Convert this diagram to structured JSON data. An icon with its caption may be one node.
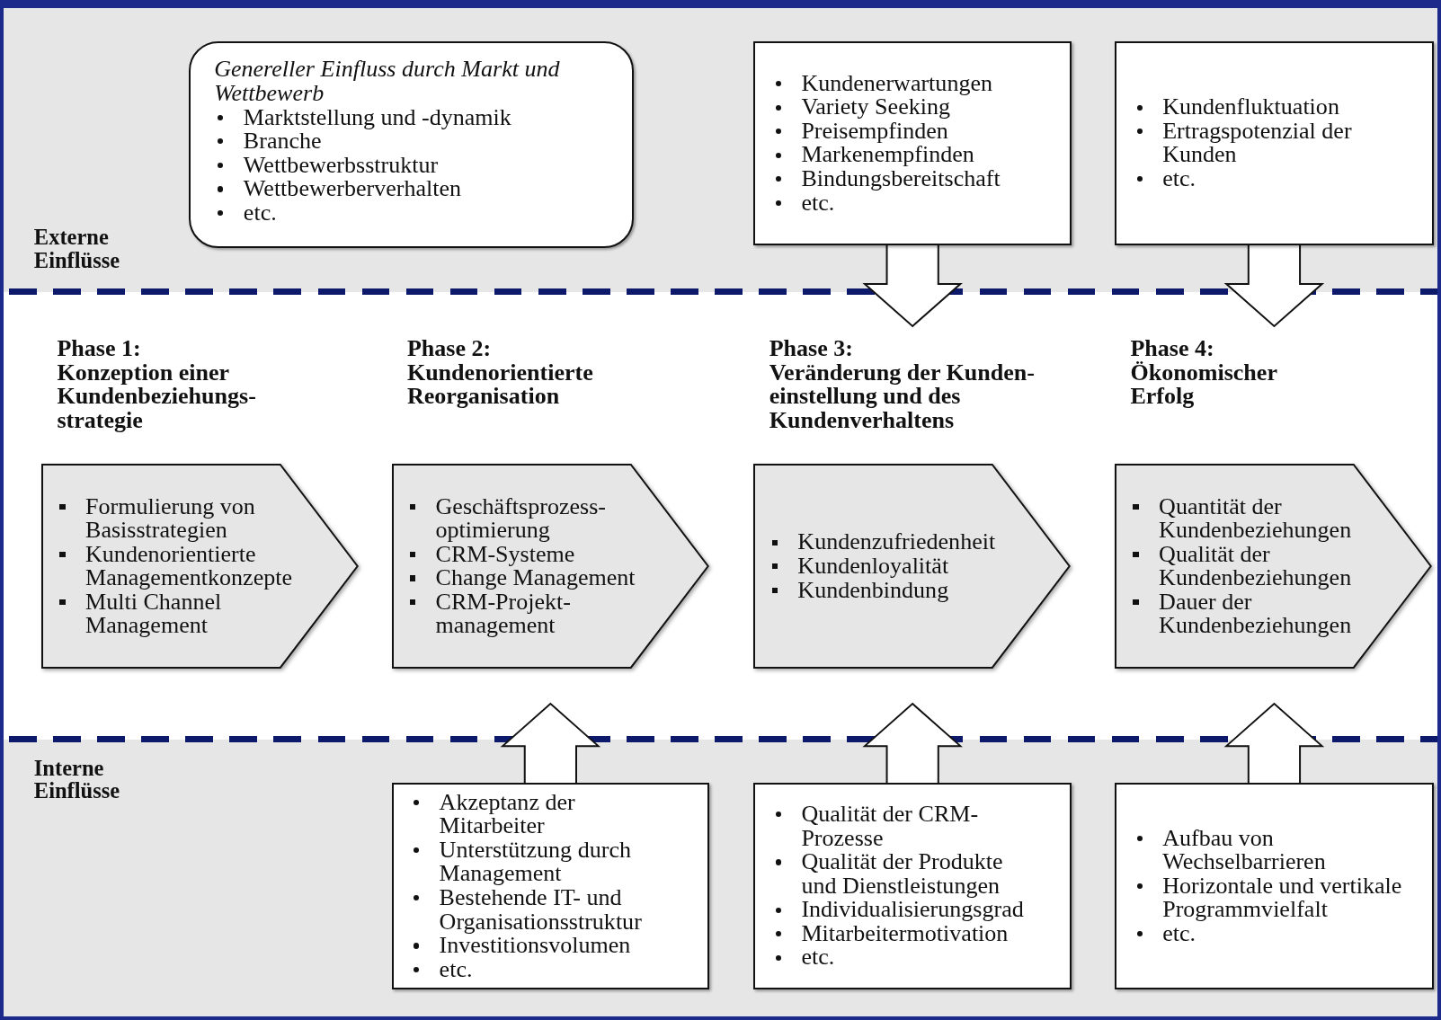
{
  "diagram": {
    "nodes": [
      {
        "text": [
          "Genereller Einfluss durch Markt und Wettbewerb",
          "Marktstellung und -dynamik",
          "Branche",
          "Wettbewerbsstruktur",
          "Wettbewerberverhalten",
          "etc."
        ]
      },
      {
        "text": [
          "Kundenerwartungen",
          "Variety Seeking",
          "Preisempfinden",
          "Markenempfinden",
          "Bindungsbereitschaft",
          "etc."
        ]
      },
      {
        "text": [
          "Kundenfluktuation",
          "Ertragspotenzial der Kunden",
          "etc."
        ]
      },
      {
        "text": [
          "Phase 1:",
          "Konzeption einer Kundenbeziehungs-strategie",
          "Formulierung von Basisstrategien",
          "Kundenorientierte Managementkonzepte",
          "Multi Channel Management"
        ]
      },
      {
        "text": [
          "Phase 2:",
          "Kundenorientierte Reorganisation",
          "Geschäftsprozess-optimierung",
          "CRM-Systeme",
          "Change Management",
          "CRM-Projekt-management"
        ]
      },
      {
        "text": [
          "Phase 3:",
          "Veränderung der Kunden-einstellung und des Kundenverhaltens",
          "Kundenzufriedenheit",
          "Kundenloyalität",
          "Kundenbindung"
        ]
      },
      {
        "text": [
          "Phase 4:",
          "Ökonomischer Erfolg",
          "Quantität der Kundenbeziehungen",
          "Qualität der Kundenbeziehungen",
          "Dauer der Kundenbeziehungen"
        ]
      },
      {
        "text": [
          "Akzeptanz der Mitarbeiter",
          "Unterstützung durch Management",
          "Bestehende IT- und Organisationsstruktur",
          "Investitionsvolumen",
          "etc."
        ]
      },
      {
        "text": [
          "Qualität der CRM-Prozesse",
          "Qualität der Produkte und Dienstleistungen",
          "Individualisierungsgrad",
          "Mitarbeitermotivation",
          "etc."
        ]
      },
      {
        "text": [
          "Aufbau von Wechselbarrieren",
          "Horizontale und vertikale Programmvielfalt",
          "etc."
        ]
      }
    ],
    "edges": [
      {
        "from": 1,
        "to": 5,
        "arrow": "to"
      },
      {
        "from": 2,
        "to": 6,
        "arrow": "to"
      },
      {
        "from": 7,
        "to": 4,
        "arrow": "to"
      },
      {
        "from": 8,
        "to": 5,
        "arrow": "to"
      },
      {
        "from": 9,
        "to": 6,
        "arrow": "to"
      }
    ],
    "labels": [
      "Externe Einflüsse",
      "Interne Einflüsse"
    ]
  }
}
